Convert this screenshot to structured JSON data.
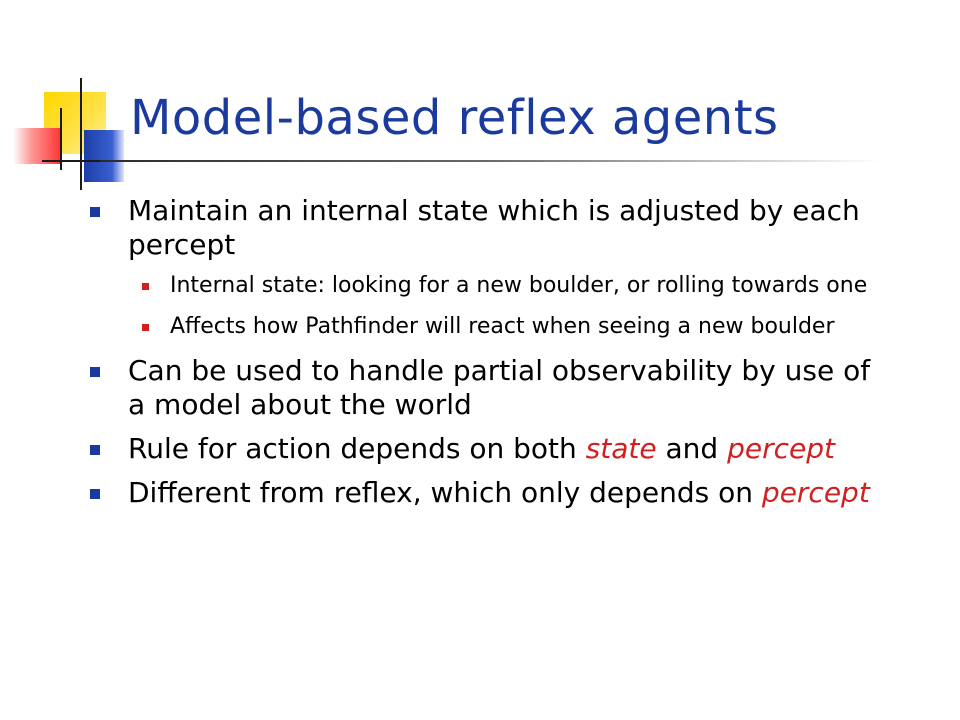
{
  "slide": {
    "title": "Model-based reflex agents",
    "colors": {
      "title": "#1b3a9e",
      "bullet_level1": "#1b3a9e",
      "bullet_level2": "#d02020",
      "emphasis": "#d02020"
    },
    "bullets": [
      {
        "text": "Maintain an internal state which is adjusted by each percept",
        "sub": [
          "Internal state: looking for a new boulder, or rolling towards one",
          "Affects how Pathfinder will react when seeing a new boulder"
        ]
      },
      {
        "text": "Can be used to handle partial observability by use of a model about the world"
      },
      {
        "text_parts": [
          "Rule for action depends on both ",
          "state",
          " and ",
          "percept"
        ]
      },
      {
        "text_parts": [
          "Different from reflex, which only depends on ",
          "percept"
        ]
      }
    ]
  }
}
